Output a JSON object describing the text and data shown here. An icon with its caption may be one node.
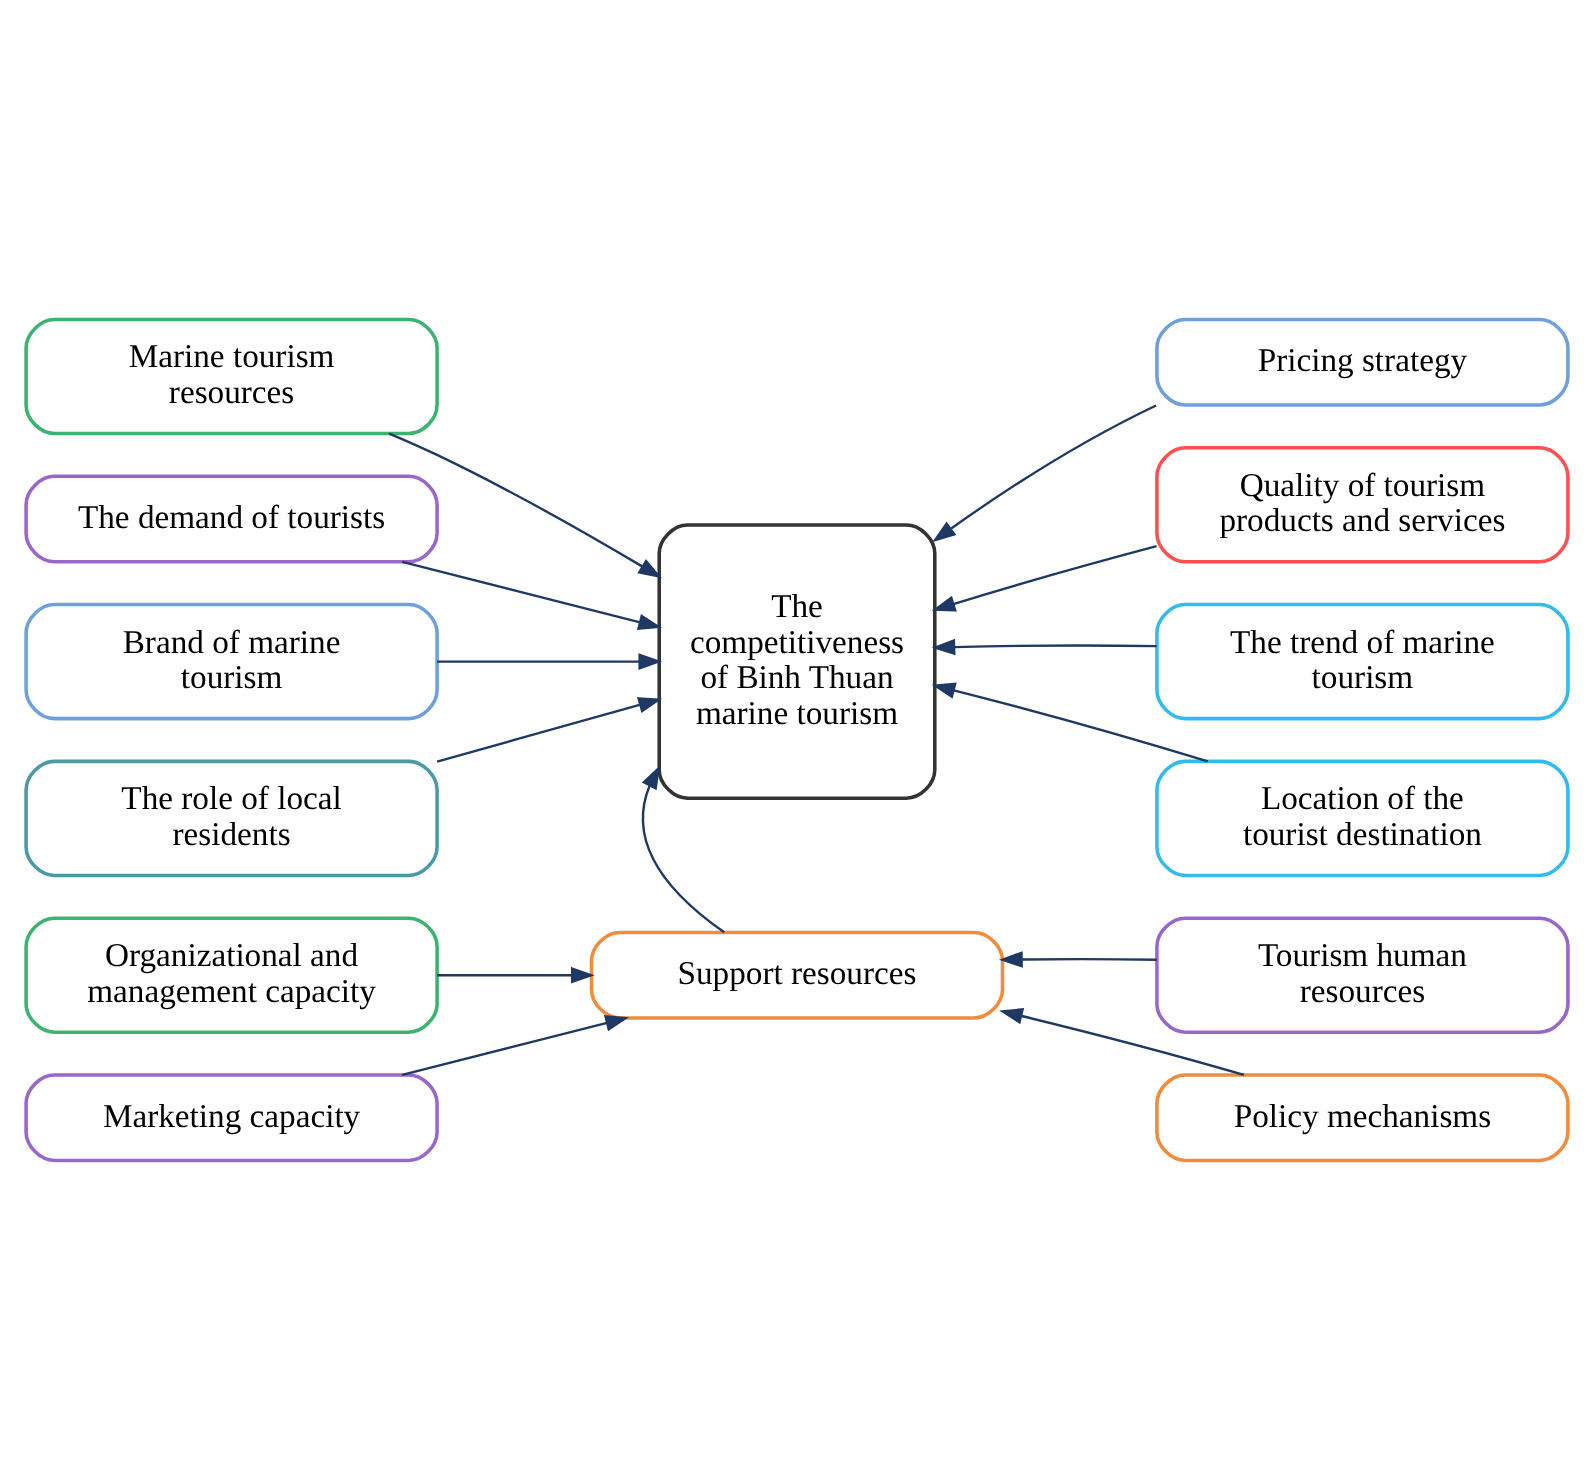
{
  "diagram": {
    "nodes": [
      {
        "text": [
          "The competitiveness of Binh Thuan marine tourism"
        ]
      },
      {
        "text": [
          "Marine tourism resources"
        ]
      },
      {
        "text": [
          "The demand of tourists"
        ]
      },
      {
        "text": [
          "Brand of marine tourism"
        ]
      },
      {
        "text": [
          "The role of local residents"
        ]
      },
      {
        "text": [
          "Pricing strategy"
        ]
      },
      {
        "text": [
          "Quality of tourism products and services"
        ]
      },
      {
        "text": [
          "The trend of marine tourism"
        ]
      },
      {
        "text": [
          "Location of the tourist destination"
        ]
      },
      {
        "text": [
          "Support resources"
        ]
      },
      {
        "text": [
          "Organizational and management capacity"
        ]
      },
      {
        "text": [
          "Marketing capacity"
        ]
      },
      {
        "text": [
          "Tourism human resources"
        ]
      },
      {
        "text": [
          "Policy mechanisms"
        ]
      }
    ],
    "edges": [
      {
        "from": 1,
        "to": 0,
        "arrow": "to"
      },
      {
        "from": 2,
        "to": 0,
        "arrow": "to"
      },
      {
        "from": 3,
        "to": 0,
        "arrow": "to"
      },
      {
        "from": 4,
        "to": 0,
        "arrow": "to"
      },
      {
        "from": 5,
        "to": 0,
        "arrow": "to"
      },
      {
        "from": 6,
        "to": 0,
        "arrow": "to"
      },
      {
        "from": 7,
        "to": 0,
        "arrow": "to"
      },
      {
        "from": 8,
        "to": 0,
        "arrow": "to"
      },
      {
        "from": 9,
        "to": 0,
        "arrow": "to"
      },
      {
        "from": 10,
        "to": 9,
        "arrow": "to"
      },
      {
        "from": 11,
        "to": 9,
        "arrow": "to"
      },
      {
        "from": 12,
        "to": 9,
        "arrow": "to"
      },
      {
        "from": 13,
        "to": 9,
        "arrow": "to"
      }
    ]
  }
}
